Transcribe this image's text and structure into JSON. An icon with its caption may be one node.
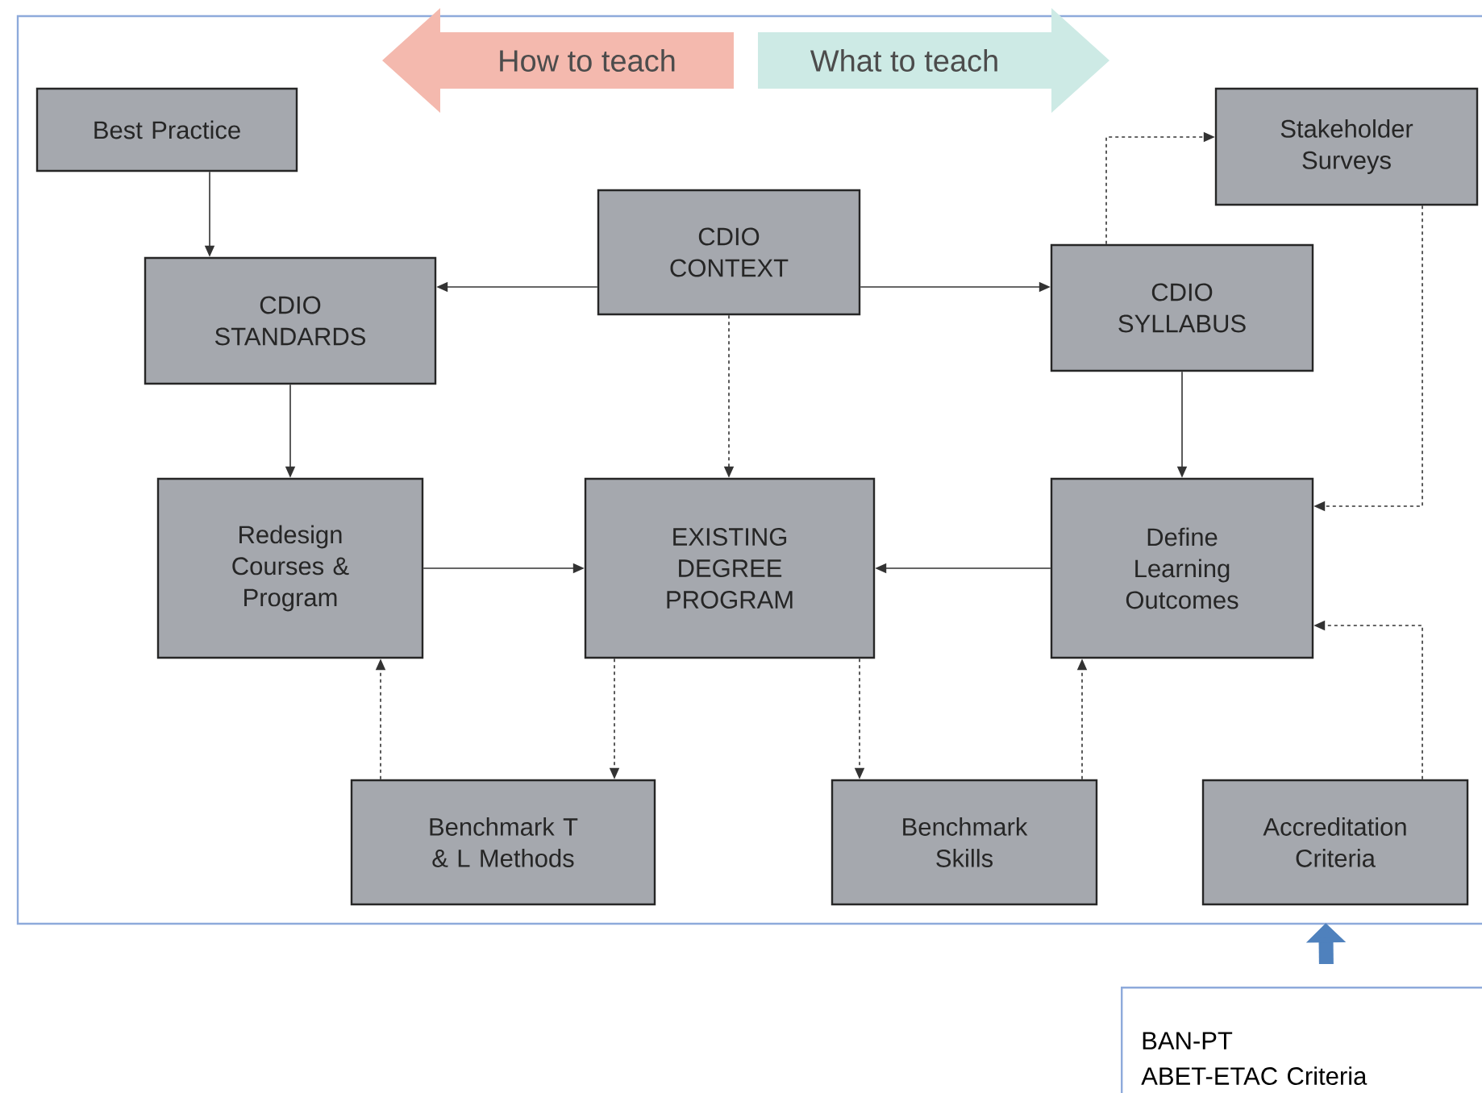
{
  "diagram": {
    "nodes": [
      {
        "text": [
          "How to teach"
        ]
      },
      {
        "text": [
          "What to teach"
        ]
      },
      {
        "text": [
          "Best Practice"
        ]
      },
      {
        "text": [
          "Stakeholder Surveys"
        ]
      },
      {
        "text": [
          "CDIO CONTEXT"
        ]
      },
      {
        "text": [
          "CDIO STANDARDS"
        ]
      },
      {
        "text": [
          "CDIO SYLLABUS"
        ]
      },
      {
        "text": [
          "Redesign Courses & Program"
        ]
      },
      {
        "text": [
          "EXISTING DEGREE PROGRAM"
        ]
      },
      {
        "text": [
          "Define Learning Outcomes"
        ]
      },
      {
        "text": [
          "Benchmark T & L Methods"
        ]
      },
      {
        "text": [
          "Benchmark Skills"
        ]
      },
      {
        "text": [
          "Accreditation Criteria"
        ]
      },
      {
        "text": [
          "BAN-PT",
          "ABET-ETAC Criteria"
        ]
      }
    ],
    "edges": [
      {
        "from": 2,
        "to": 5,
        "arrow": "to"
      },
      {
        "from": 4,
        "to": 5,
        "arrow": "to"
      },
      {
        "from": 4,
        "to": 6,
        "arrow": "to"
      },
      {
        "from": 6,
        "to": 3,
        "arrow": "to",
        "style": "dashed"
      },
      {
        "from": 5,
        "to": 7,
        "arrow": "to"
      },
      {
        "from": 4,
        "to": 8,
        "arrow": "to",
        "style": "dashed"
      },
      {
        "from": 6,
        "to": 9,
        "arrow": "to"
      },
      {
        "from": 3,
        "to": 9,
        "arrow": "to",
        "style": "dashed"
      },
      {
        "from": 7,
        "to": 8,
        "arrow": "to"
      },
      {
        "from": 9,
        "to": 8,
        "arrow": "to"
      },
      {
        "from": 10,
        "to": 7,
        "arrow": "to",
        "style": "dashed"
      },
      {
        "from": 8,
        "to": 10,
        "arrow": "to",
        "style": "dashed"
      },
      {
        "from": 8,
        "to": 11,
        "arrow": "to",
        "style": "dashed"
      },
      {
        "from": 11,
        "to": 9,
        "arrow": "to",
        "style": "dashed"
      },
      {
        "from": 12,
        "to": 9,
        "arrow": "to",
        "style": "dashed"
      },
      {
        "from": 13,
        "to": 12,
        "arrow": "to",
        "style": "thick",
        "color": "#4f81bd"
      }
    ]
  }
}
